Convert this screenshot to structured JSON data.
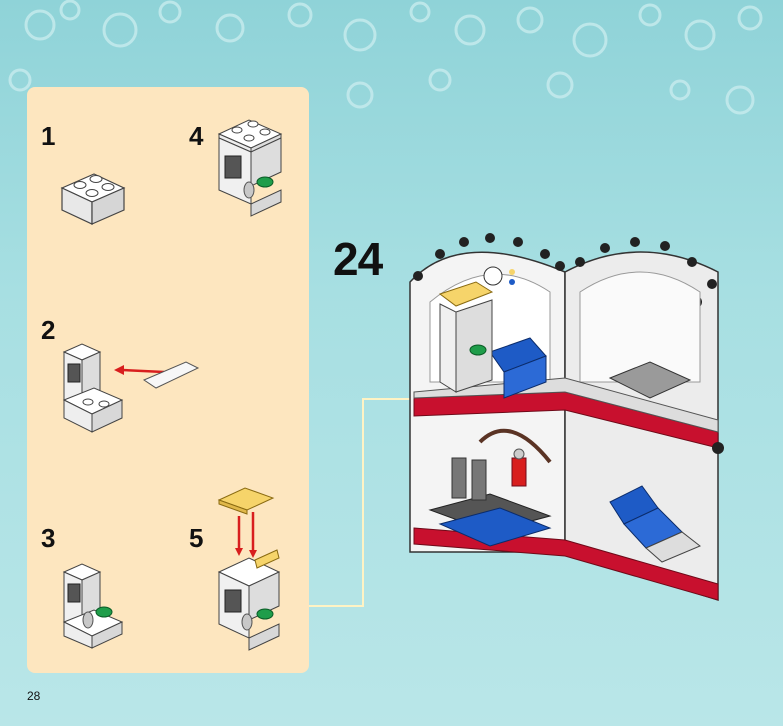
{
  "steps": {
    "s1": "1",
    "s2": "2",
    "s3": "3",
    "s4": "4",
    "s5": "5",
    "main": "24"
  },
  "page_number": "28",
  "colors": {
    "panel": "#fde6bf",
    "background": "#a7dfe2",
    "arrow": "#d81e1e",
    "brick_red": "#c8102e",
    "brick_blue": "#1e5bc6",
    "callout_line": "#fff3c4"
  }
}
